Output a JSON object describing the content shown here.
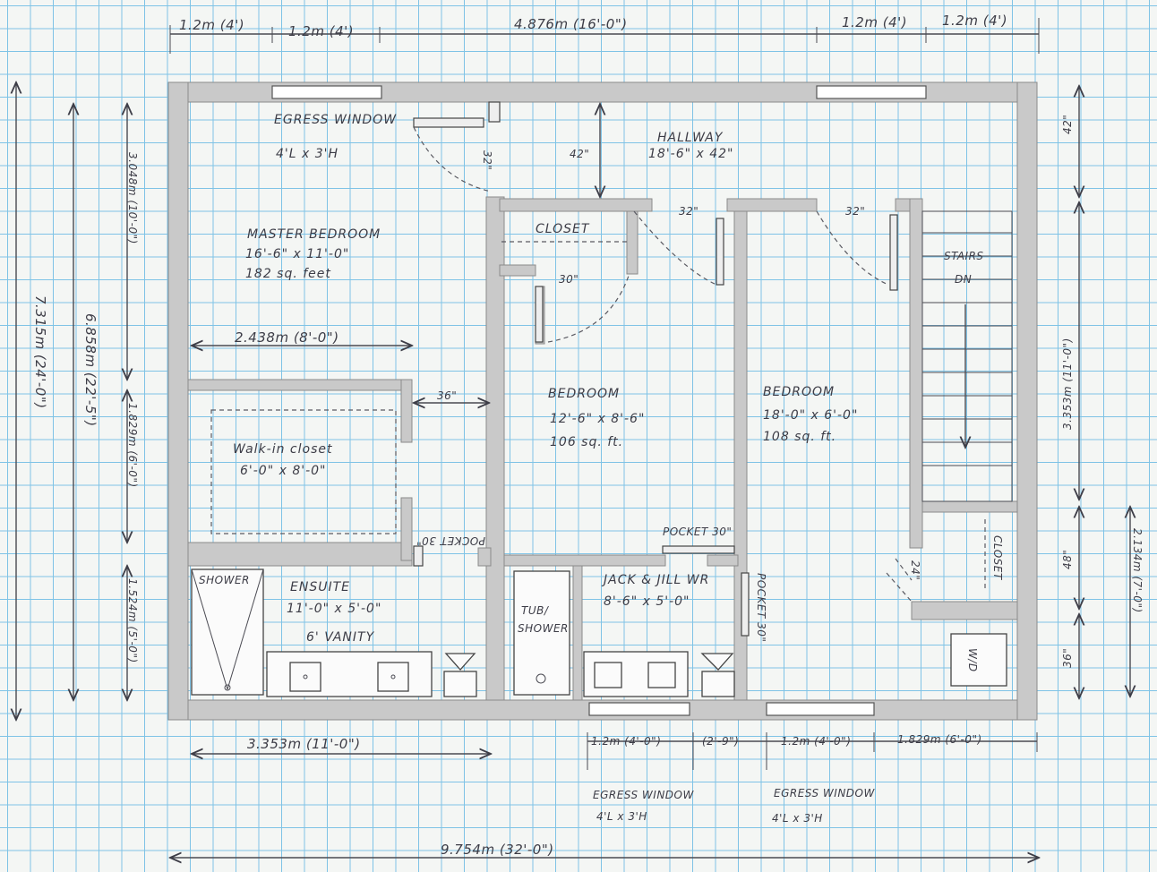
{
  "dimensions": {
    "top": [
      "1.2m (4')",
      "1.2m (4')",
      "4.876m (16'-0\")",
      "1.2m (4')",
      "1.2m (4')"
    ],
    "bottom_segments": [
      "3.353m (11'-0\")",
      "1.2m (4'-0\")",
      "(2'-9\")",
      "1.2m (4'-0\")",
      "1.829m (6'-0\")"
    ],
    "overall_width": "9.754m (32'-0\")",
    "overall_height": "7.315m (24'-0\")",
    "inner_height": "6.858m (22'-5\")",
    "left_segments": [
      "3.048m (10'-0\")",
      "1.829m (6'-0\")",
      "1.524m (5'-0\")"
    ],
    "right_segments": [
      "42\"",
      "3.353m (11'-0\")",
      "48\"",
      "36\""
    ],
    "right_outer": "2.134m (7'-0\")",
    "master_width": "2.438m (8'-0\")",
    "openings": {
      "closet_door": "36\"",
      "master_door": "32\"",
      "hall_width": "42\"",
      "bed_door_a": "32\"",
      "bed_door_b": "32\"",
      "closet_30": "30\"",
      "pocket_left": "POCKET 30\"",
      "pocket_mid": "POCKET 30\"",
      "pocket_right": "POCKET 30\"",
      "laundry_door": "24\""
    }
  },
  "rooms": {
    "egress_top": {
      "name": "EGRESS WINDOW",
      "size": "4'L x 3'H"
    },
    "hallway": {
      "name": "HALLWAY",
      "size": "18'-6\" x 42\""
    },
    "master": {
      "name": "MASTER BEDROOM",
      "size": "16'-6\" x 11'-0\"",
      "area": "182 sq. feet"
    },
    "walkin": {
      "name": "Walk-in closet",
      "size": "6'-0\" x 8'-0\""
    },
    "closet_top": {
      "name": "CLOSET"
    },
    "bedroom1": {
      "name": "BEDROOM",
      "size": "12'-6\" x 8'-6\"",
      "area": "106 sq. ft."
    },
    "bedroom2": {
      "name": "BEDROOM",
      "size": "18'-0\" x 6'-0\"",
      "area": "108 sq. ft."
    },
    "stairs": {
      "name": "STAIRS",
      "direction": "DN"
    },
    "closet_right": {
      "name": "CLOSET"
    },
    "ensuite": {
      "name": "ENSUITE",
      "size": "11'-0\" x 5'-0\"",
      "vanity": "6' VANITY"
    },
    "shower": {
      "name": "SHOWER"
    },
    "tub": {
      "line1": "TUB/",
      "line2": "SHOWER"
    },
    "jackjill": {
      "name": "JACK & JILL WR",
      "size": "8'-6\" x 5'-0\""
    },
    "laundry": {
      "name": "W/D"
    },
    "egress_bottom_1": {
      "name": "EGRESS WINDOW",
      "size": "4'L x 3'H"
    },
    "egress_bottom_2": {
      "name": "EGRESS WINDOW",
      "size": "4'L x 3'H"
    }
  }
}
